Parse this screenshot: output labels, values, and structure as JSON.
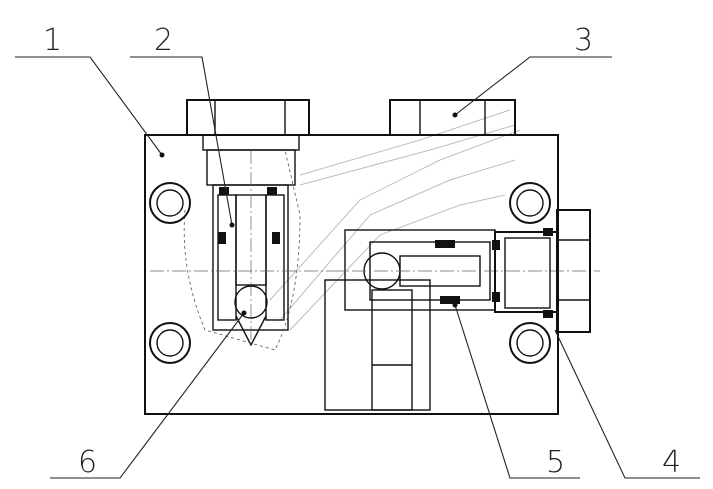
{
  "callouts": [
    {
      "id": "1",
      "text": "1"
    },
    {
      "id": "2",
      "text": "2"
    },
    {
      "id": "3",
      "text": "3"
    },
    {
      "id": "4",
      "text": "4"
    },
    {
      "id": "5",
      "text": "5"
    },
    {
      "id": "6",
      "text": "6"
    }
  ],
  "colors": {
    "line": "#111111",
    "background": "#ffffff"
  }
}
